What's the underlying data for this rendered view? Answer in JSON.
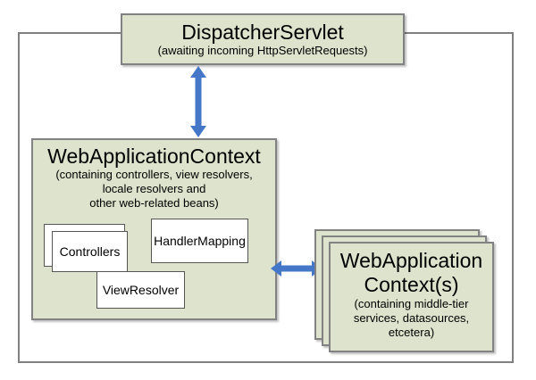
{
  "colors": {
    "box-fill": "#dde3cc",
    "box-border": "#828282",
    "inner-box-border": "#555555",
    "arrow-blue": "#4577c8",
    "outer-border": "#808080",
    "text": "#000000"
  },
  "dispatcher_servlet": {
    "title": "DispatcherServlet",
    "subtitle": "(awaiting incoming HttpServletRequests)"
  },
  "web_application_context": {
    "title": "WebApplicationContext",
    "subtitle_lines": [
      "(containing controllers, view resolvers,",
      "locale resolvers and",
      "other web-related beans)"
    ],
    "beans": {
      "controllers": "Controllers",
      "handler_mapping": "HandlerMapping",
      "view_resolver": "ViewResolver"
    }
  },
  "middle_tier_contexts": {
    "title_lines": [
      "WebApplication",
      "Context(s)"
    ],
    "subtitle_lines": [
      "(containing middle-tier",
      "services, datasources,",
      "etcetera)"
    ]
  }
}
